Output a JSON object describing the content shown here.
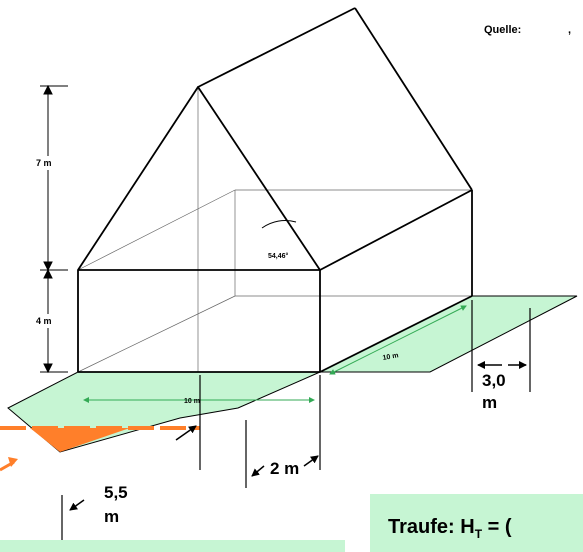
{
  "source_label": "Quelle:",
  "dim": {
    "height_roof": "7 m",
    "height_wall": "4 m",
    "roof_angle": "54,46°",
    "width_front": "10 m",
    "width_side": "10 m",
    "dist_3": "3,0",
    "dist_3_unit": "m",
    "dist_2": "2 m",
    "dist_55": "5,5",
    "dist_55_unit": "m"
  },
  "eaves_label": "Traufe: H",
  "eaves_subscript": "T",
  "eaves_rest": " = (",
  "colors": {
    "ground": "#c6f5d3",
    "highlight_box": "#c6f5d3",
    "accent": "#ff7f2a",
    "line": "#000000"
  }
}
